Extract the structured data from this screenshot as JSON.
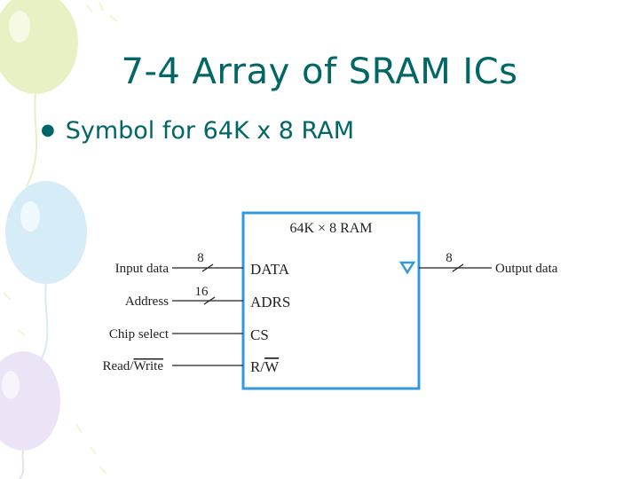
{
  "slide": {
    "title": "7-4 Array of SRAM ICs",
    "bullet": "Symbol for 64K x 8 RAM"
  },
  "symbol": {
    "title": "64K × 8 RAM",
    "box_color": "#3399dd",
    "ports": {
      "data": "DATA",
      "address": "ADRS",
      "cs": "CS",
      "rw_prefix": "R/",
      "rw_bar": "W"
    }
  },
  "signals": {
    "input_data": {
      "label": "Input data",
      "width": "8"
    },
    "address": {
      "label": "Address",
      "width": "16"
    },
    "chip_select": {
      "label": "Chip select"
    },
    "read_write": {
      "label_prefix": "Read/",
      "label_bar": "Write"
    },
    "output_data": {
      "label": "Output data",
      "width": "8"
    }
  },
  "icons": [
    "balloon-icon",
    "three-state-buffer-icon"
  ],
  "colors": {
    "title": "#006666",
    "balloons": [
      "#e3efb7",
      "#cde9f6",
      "#eadcf6"
    ]
  }
}
